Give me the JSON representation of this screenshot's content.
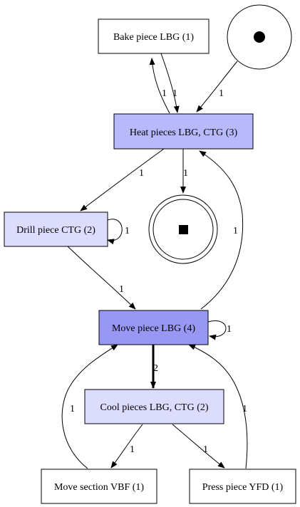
{
  "colors": {
    "white": "#ffffff",
    "light": "#dcdcfc",
    "medium": "#b8b8fc",
    "dark": "#9898f4",
    "stroke": "#000000"
  },
  "nodes": {
    "bake_piece": {
      "label": "Bake piece LBG (1)",
      "fill": "white"
    },
    "heat_pieces": {
      "label": "Heat pieces LBG, CTG (3)",
      "fill": "medium"
    },
    "drill_piece": {
      "label": "Drill piece CTG (2)",
      "fill": "light"
    },
    "move_piece": {
      "label": "Move piece LBG (4)",
      "fill": "dark"
    },
    "cool_pieces": {
      "label": "Cool pieces LBG, CTG (2)",
      "fill": "light"
    },
    "move_section": {
      "label": "Move section VBF (1)",
      "fill": "white"
    },
    "press_piece": {
      "label": "Press piece YFD (1)",
      "fill": "white"
    },
    "start_place": {
      "kind": "start"
    },
    "end_place": {
      "kind": "end"
    }
  },
  "edges": {
    "heat_to_bake": {
      "label": "1"
    },
    "bake_to_heat": {
      "label": "1"
    },
    "start_to_heat": {
      "label": "1"
    },
    "heat_to_drill": {
      "label": "1"
    },
    "heat_to_end": {
      "label": "1"
    },
    "drill_self": {
      "label": "1"
    },
    "drill_to_move": {
      "label": "1"
    },
    "move_to_heat": {
      "label": "1"
    },
    "move_self": {
      "label": "1"
    },
    "move_to_cool": {
      "label": "2"
    },
    "cool_to_section": {
      "label": "1"
    },
    "cool_to_press": {
      "label": "1"
    },
    "section_to_move": {
      "label": "1"
    },
    "press_to_move": {
      "label": "1"
    }
  }
}
